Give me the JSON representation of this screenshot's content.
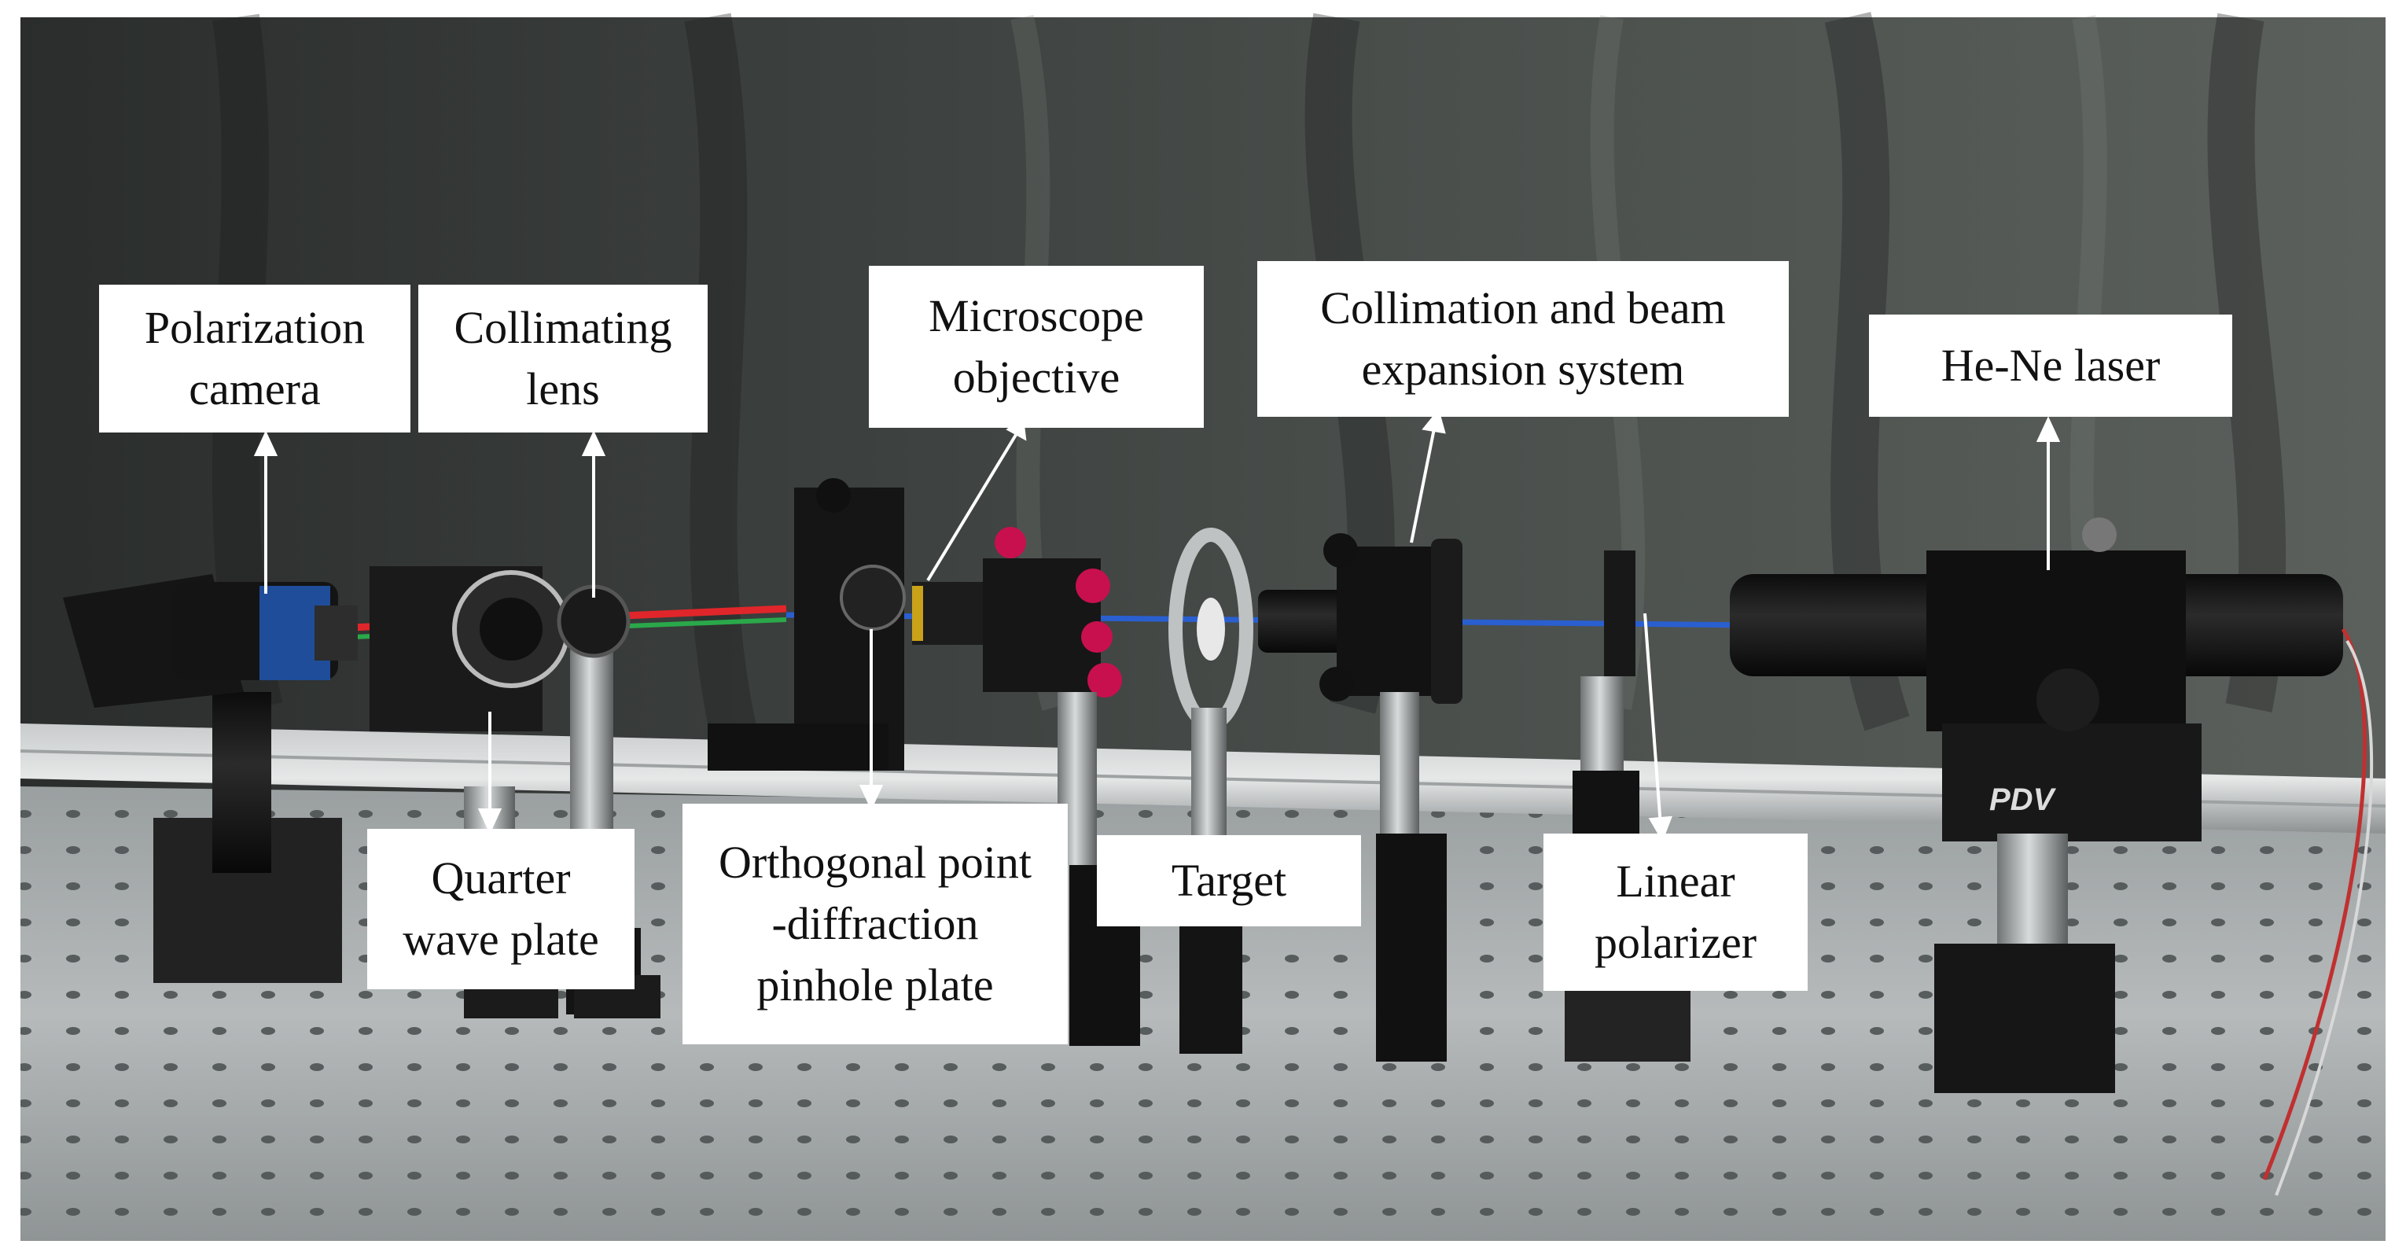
{
  "labels": {
    "polarization_camera": [
      "Polarization",
      "camera"
    ],
    "collimating_lens": [
      "Collimating",
      "lens"
    ],
    "microscope_objective": [
      "Microscope",
      "objective"
    ],
    "collimation_beam_expansion": [
      "Collimation and beam",
      "expansion system"
    ],
    "he_ne_laser": [
      "He-Ne laser"
    ],
    "quarter_wave_plate": [
      "Quarter",
      "wave plate"
    ],
    "pinhole_plate": [
      "Orthogonal point",
      "-diffraction",
      "pinhole plate"
    ],
    "target": [
      "Target"
    ],
    "linear_polarizer": [
      "Linear",
      "polarizer"
    ]
  },
  "laser_brand": "PDV",
  "colors": {
    "beam_blue": "#2a5fd0",
    "beam_red": "#e0262a",
    "beam_green": "#2aa84a",
    "knob_magenta": "#c8104e",
    "camera_blue": "#1f4d9a"
  }
}
